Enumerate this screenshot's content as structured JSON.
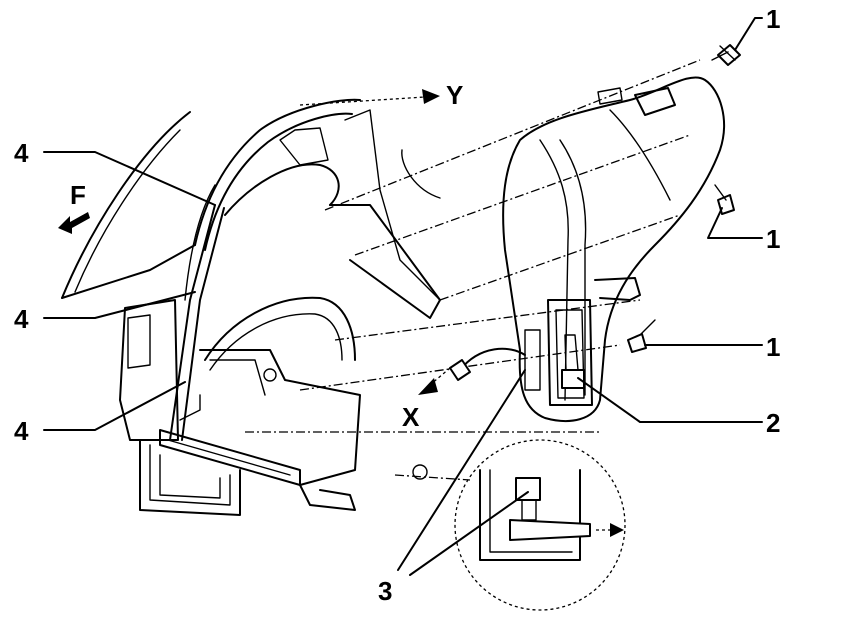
{
  "callouts": {
    "part_1": "1",
    "part_2": "2",
    "part_3": "3",
    "part_4": "4"
  },
  "arrows": {
    "forward": "F",
    "direction_x": "X",
    "direction_y": "Y"
  }
}
